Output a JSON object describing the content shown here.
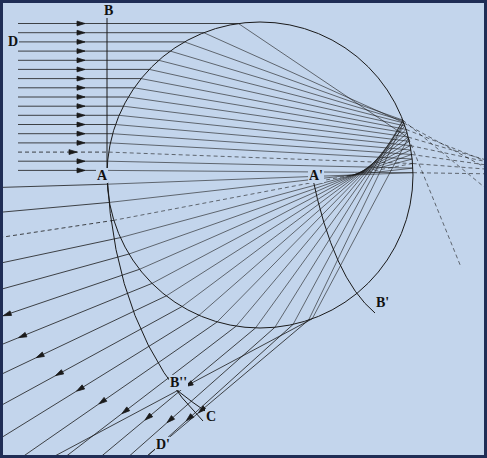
{
  "diagram": {
    "labels": [
      "B",
      "D",
      "A",
      "A'",
      "B'",
      "B''",
      "C",
      "D'"
    ]
  }
}
